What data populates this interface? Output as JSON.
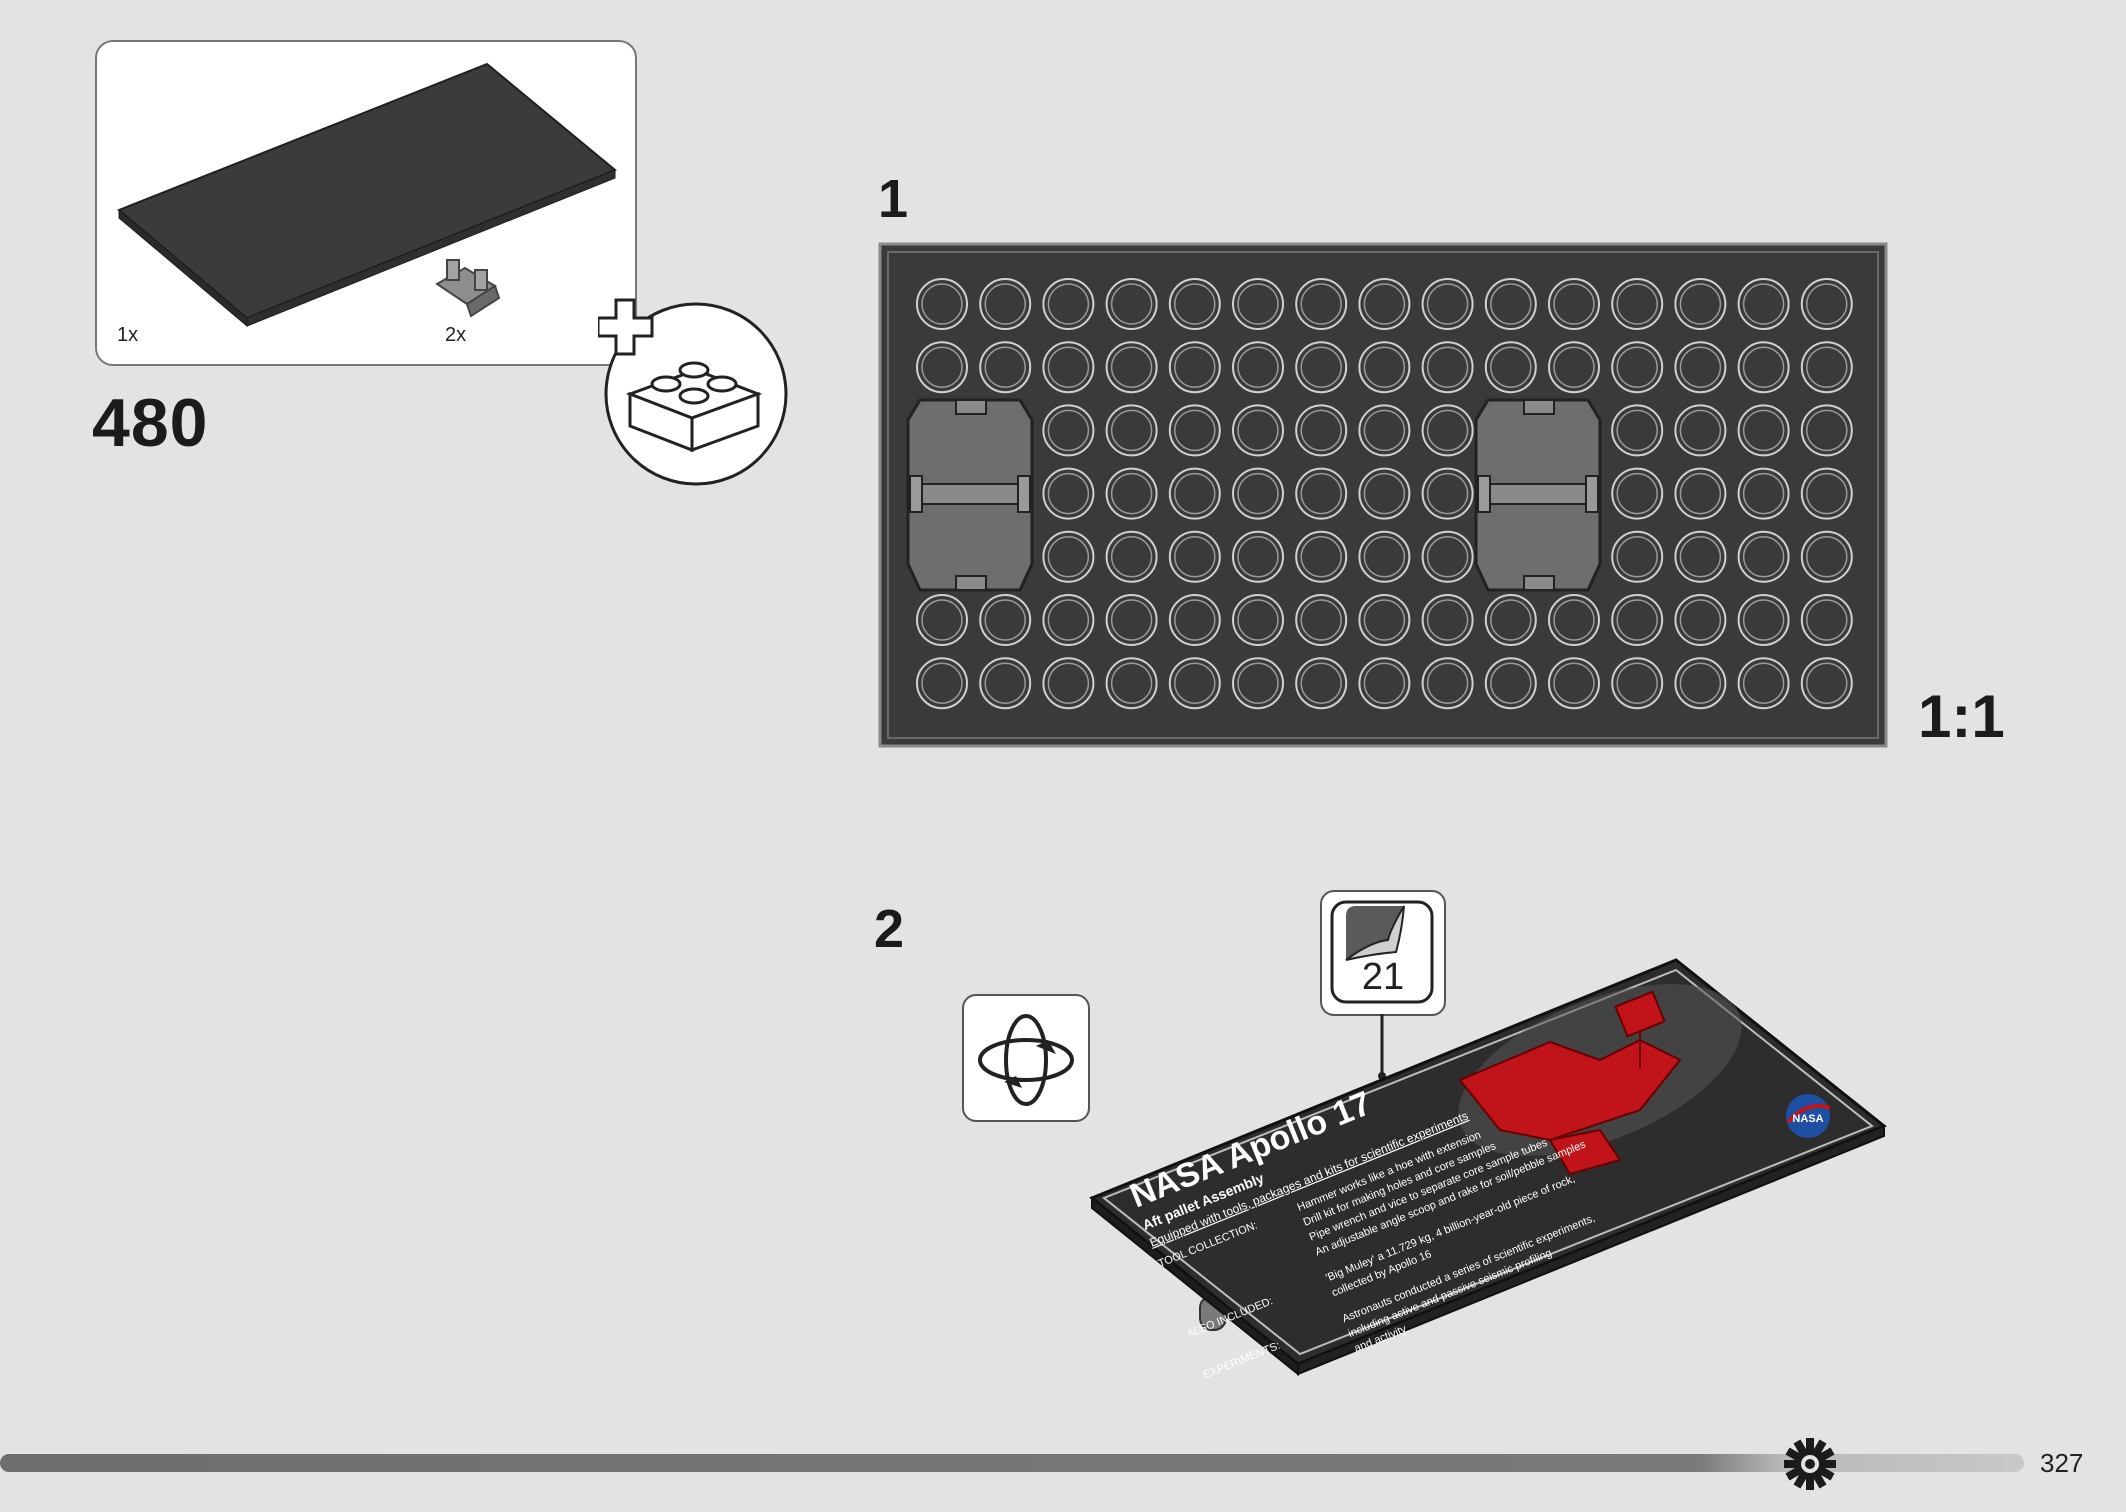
{
  "step_group": {
    "number": "480"
  },
  "parts": [
    {
      "name": "black plate 8x16",
      "quantity": "1x"
    },
    {
      "name": "gray hinge clip",
      "quantity": "2x"
    }
  ],
  "steps": [
    {
      "number": "1",
      "scale_label": "1:1"
    },
    {
      "number": "2",
      "sticker_number": "21"
    }
  ],
  "plaque": {
    "title": "NASA Apollo 17",
    "subtitle": "Aft pallet Assembly",
    "equipped": "Equipped with tools, packages and kits for scientific experiments",
    "tool_collection_label": "TOOL COLLECTION:",
    "tool_lines": [
      "Hammer works like a hoe with extension",
      "Drill kit for making holes and core samples",
      "Pipe wrench and vice to separate core sample tubes",
      "An adjustable angle scoop and rake for soil/pebble samples"
    ],
    "also_label": "ALSO INCLUDED:",
    "also_lines": [
      "'Big Muley' a 11.729 kg, 4 billion-year-old piece of rock,",
      "collected by Apollo 16"
    ],
    "experiments_label": "EXPERIMENTS:",
    "experiments_lines": [
      "Astronauts conducted a series of scientific experiments,",
      "including active and passive seismic profiling",
      "and activity"
    ],
    "logo_text": "NASA"
  },
  "footer": {
    "page_number": "327"
  },
  "colors": {
    "background": "#e3e3e3",
    "plate": "#3a3a3a",
    "plate_edge": "#888888",
    "stud_outline": "#d0d0d0",
    "accent_red": "#c0141a",
    "progress_dark": "#6e6e6e",
    "progress_light": "#c4c4c4"
  },
  "icons": [
    "add-brick-icon",
    "rotate-model-icon",
    "sticker-icon",
    "settings-gear-icon"
  ]
}
